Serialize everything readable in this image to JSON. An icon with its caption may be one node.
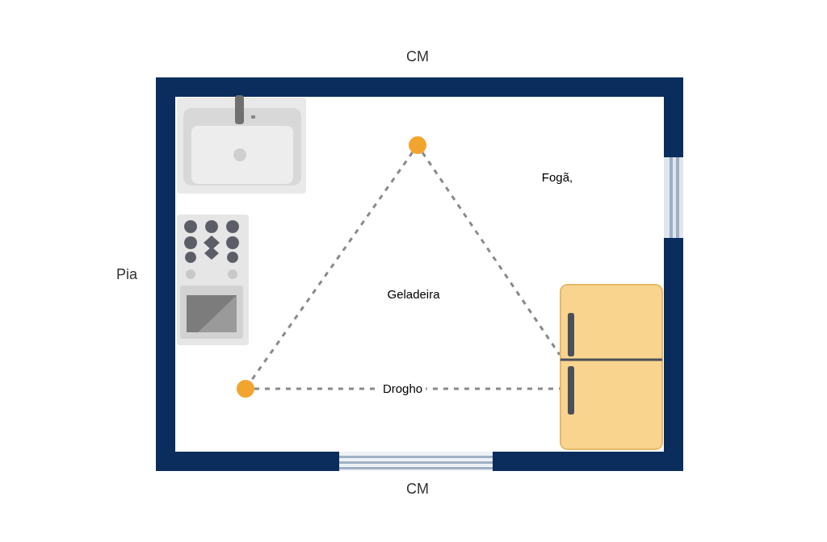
{
  "diagram": {
    "nodes": [
      {
        "text": [],
        "shape": "circle"
      },
      {
        "text": [],
        "shape": "circle"
      },
      {
        "text": [],
        "shape": "picture"
      }
    ],
    "edges": [
      {
        "from": 0,
        "to": 1,
        "arrow": "none",
        "style": "dashed"
      },
      {
        "from": 0,
        "to": 2,
        "arrow": "none",
        "style": "dashed"
      },
      {
        "from": 1,
        "to": 2,
        "arrow": "none",
        "style": "dashed",
        "label": "Drogho"
      }
    ],
    "labels": [
      "CM",
      "Fogã,",
      "Pia",
      "Geladeira",
      "CM"
    ]
  }
}
